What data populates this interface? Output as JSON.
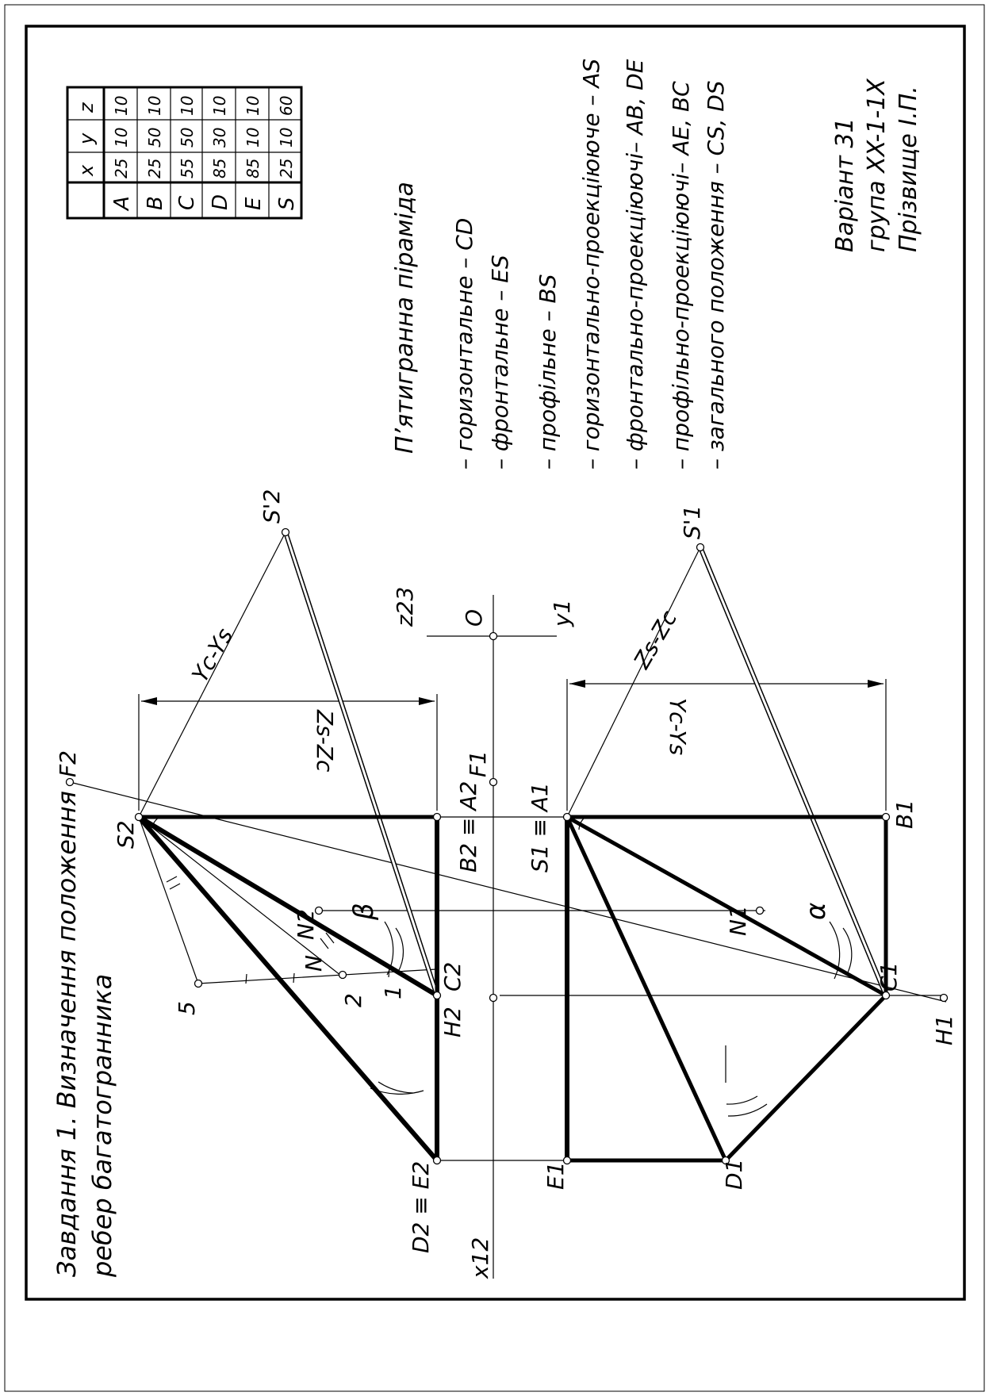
{
  "title": {
    "line1": "Завдання 1. Визначення положення",
    "line2": "ребер багатогранника"
  },
  "table": {
    "header": [
      "",
      "x",
      "y",
      "z"
    ],
    "rows": [
      [
        "A",
        "25",
        "10",
        "10"
      ],
      [
        "B",
        "25",
        "50",
        "10"
      ],
      [
        "C",
        "55",
        "50",
        "10"
      ],
      [
        "D",
        "85",
        "30",
        "10"
      ],
      [
        "E",
        "85",
        "10",
        "10"
      ],
      [
        "S",
        "25",
        "10",
        "60"
      ]
    ]
  },
  "description": {
    "heading": "П’ятигранна піраміда",
    "items": [
      "– горизонтальне – CD",
      "– фронтальне – ES",
      "– профільне – BS",
      "– горизонтально-проекціююче – AS",
      "– фронтально-проекціюючі– AB, DE",
      "– профільно-проекціюючі– AE, BC",
      "– загального положення – CS, DS"
    ]
  },
  "stamp": {
    "variant": "Варіант 31",
    "group": "група XX-1-1X",
    "name": "Прізвище І.П."
  },
  "labels": {
    "S2": "S2",
    "S2p": "S'2",
    "F2": "F2",
    "F1": "F1",
    "S1p": "S'1",
    "z23": "z23",
    "O": "O",
    "y1": "y1",
    "x12": "x12",
    "B2A2": "B2 ≡ A2",
    "S1A1": "S1 ≡ A1",
    "N2": "N2",
    "N1": "N1",
    "N": "N",
    "C2": "C2",
    "C1": "C1",
    "H2": "H2",
    "H1": "H1",
    "D2E2": "D2 ≡ E2",
    "E1": "E1",
    "D1": "D1",
    "B1": "B1",
    "n5": "5",
    "n2": "2",
    "n1": "1",
    "beta": "β",
    "alpha": "α",
    "dimYcYs_top": "Yc-Ys",
    "dimZsZc_top": "Zs-Zc",
    "dimZsZc_bot": "Zs-Zc",
    "dimYcYs_bot": "Yc-Ys"
  }
}
